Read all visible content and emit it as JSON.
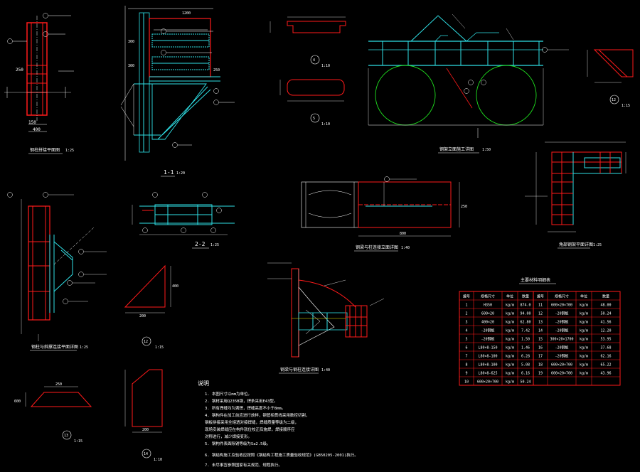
{
  "drawing": {
    "views": {
      "col_plan": {
        "title": "钢柱拼接平面图",
        "scale": "1:25",
        "dims": [
          "250",
          "400",
          "150"
        ]
      },
      "sec_1_1": {
        "title": "1-1",
        "scale": "1:20",
        "dims": [
          "1200",
          "300",
          "300",
          "250"
        ]
      },
      "det_4": {
        "number": "4",
        "scale": "1:10"
      },
      "det_5": {
        "number": "5",
        "scale": "1:10"
      },
      "frame_elev": {
        "title": "钢架立面施工详图",
        "scale": "1:50"
      },
      "det_12": {
        "number": "12",
        "scale": "1:15"
      },
      "corner_plan": {
        "title": "角部钢架平面详图",
        "scale": "1:25"
      },
      "joint_plan": {
        "title": "钢柱与斜撑连接平面详图",
        "scale": "1:25"
      },
      "sec_2_2": {
        "title": "2-2",
        "scale": "1:25"
      },
      "beam_elev": {
        "title": "钢梁与柱连接立面详图",
        "scale": "1:40",
        "dims": [
          "800",
          "250"
        ]
      },
      "connect_detail": {
        "title": "钢梁与钢柱连接详图",
        "scale": "1:40"
      },
      "tri_12": {
        "number": "12",
        "scale": "1:15",
        "dims": [
          "200",
          "400"
        ]
      },
      "det_13": {
        "number": "13",
        "scale": "1:15",
        "dims": [
          "250",
          "600"
        ]
      },
      "det_14": {
        "number": "14",
        "scale": "1:10",
        "dims": [
          "200"
        ]
      }
    },
    "notes": {
      "heading": "说明",
      "items": [
        "1. 本图尺寸以mm为单位。",
        "2. 钢材采用Q235B钢，焊条采用E43型。",
        "3. 所有焊缝均为满焊，焊缝高度不小于8mm。",
        "4. 钢构件在加工前应进行放样，钢管相贯线采用数控切割，",
        "   钢板拼接采用全熔透对接焊缝，焊缝质量等级为二级，",
        "   现场安装焊缝应在构件就位校正后施焊，焊接顺序应",
        "   对称进行，减少焊接变形。",
        "5. 钢构件表面除锈等级为Sa2.5级。",
        "6. 钢结构施工及验收应按照《钢结构工程施工质量验收规范》(GB50205-2001)执行。",
        "7. 未尽事宜参照国家有关规范、规程执行。"
      ]
    },
    "table": {
      "title": "主要材料明细表",
      "headers": [
        "编号",
        "规格尺寸",
        "单位",
        "数量",
        "编号",
        "规格尺寸",
        "单位",
        "数量"
      ],
      "rows": [
        [
          "1",
          "H350",
          "kg/m",
          "874.0",
          "11",
          "600×20×700",
          "kg/m",
          "48.00"
        ],
        [
          "2",
          "600×20",
          "kg/m",
          "94.00",
          "12",
          "-20钢板",
          "kg/m",
          "50.24"
        ],
        [
          "3",
          "400×20",
          "kg/m",
          "62.80",
          "13",
          "-20钢板",
          "kg/m",
          "41.56"
        ],
        [
          "4",
          "-20钢板",
          "kg/m",
          "7.42",
          "14",
          "-20钢板",
          "kg/m",
          "12.20"
        ],
        [
          "5",
          "-20钢板",
          "kg/m",
          "1.50",
          "15",
          "300×20×1700",
          "kg/m",
          "53.95"
        ],
        [
          "6",
          "L80×8-150",
          "kg/m",
          "1.46",
          "16",
          "-20钢板",
          "kg/m",
          "37.68"
        ],
        [
          "7",
          "L80×8-100",
          "kg/m",
          "6.28",
          "17",
          "-20钢板",
          "kg/m",
          "62.16"
        ],
        [
          "8",
          "L80×8-100",
          "kg/m",
          "5.08",
          "18",
          "600×20×700",
          "kg/m",
          "65.22"
        ],
        [
          "9",
          "L80×8-625",
          "kg/m",
          "6.16",
          "19",
          "600×20×700",
          "kg/m",
          "43.96"
        ],
        [
          "10",
          "600×20×700",
          "kg/m",
          "50.24",
          "",
          "",
          "",
          ""
        ]
      ]
    }
  }
}
